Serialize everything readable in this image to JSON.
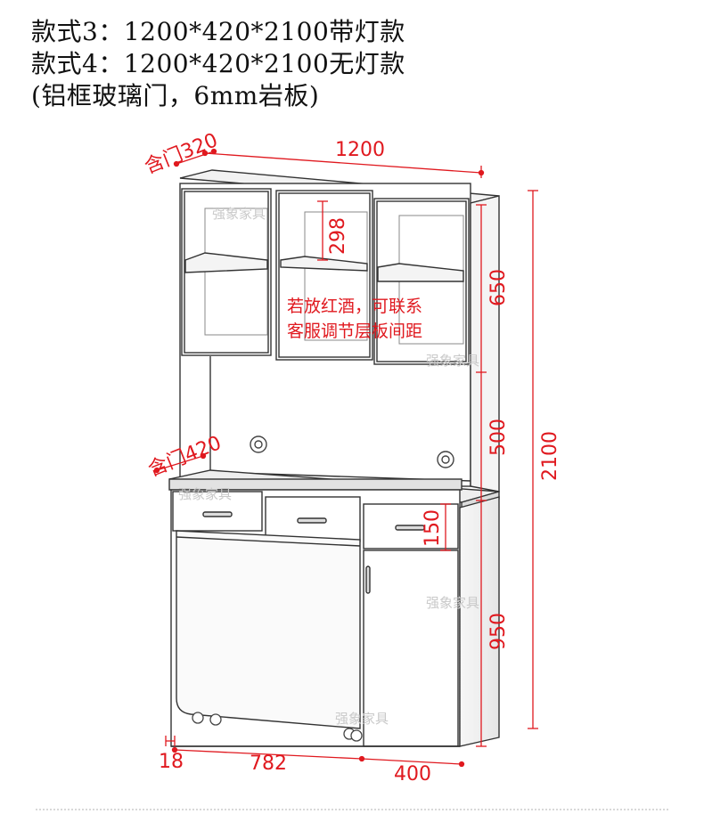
{
  "header": {
    "line1": "款式3：1200*420*2100带灯款",
    "line2": "款式4：1200*420*2100无灯款",
    "line3": "(铝框玻璃门，6mm岩板)"
  },
  "dimensions": {
    "top_depth": "含门320",
    "width": "1200",
    "shelf_gap": "298",
    "upper_height": "650",
    "middle_height": "500",
    "total_height": "2100",
    "lower_depth": "含门420",
    "drawer_height": "150",
    "base_height": "950",
    "side_panel": "18",
    "left_width": "782",
    "right_width": "400"
  },
  "note": {
    "line1": "若放红酒，可联系",
    "line2": "客服调节层板间距"
  },
  "watermark": {
    "text": "强象家具"
  },
  "colors": {
    "dimension": "#e0191f",
    "outline": "#333333",
    "watermark": "#c9c9c9"
  }
}
